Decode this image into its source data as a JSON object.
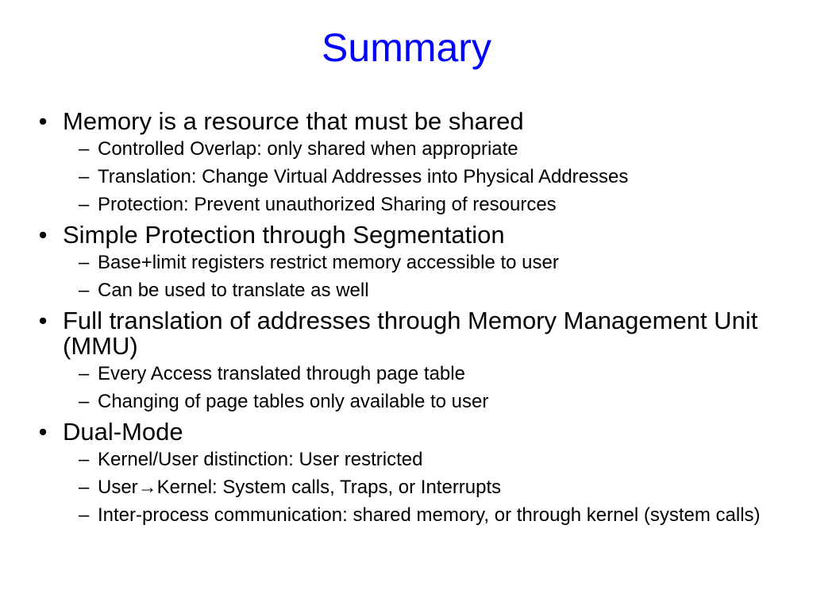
{
  "slide": {
    "title": "Summary",
    "bullets": [
      {
        "text": "Memory is a resource that must be shared",
        "subs": [
          "Controlled Overlap: only shared when appropriate",
          "Translation: Change Virtual Addresses into Physical Addresses",
          "Protection: Prevent unauthorized Sharing of resources"
        ]
      },
      {
        "text": "Simple Protection through Segmentation",
        "subs": [
          "Base+limit registers restrict memory accessible to user",
          "Can be used to translate as well"
        ]
      },
      {
        "text": "Full translation of addresses through Memory Management Unit (MMU)",
        "subs": [
          "Every Access translated through page table",
          "Changing of page tables only available to user"
        ]
      },
      {
        "text": "Dual-Mode",
        "subs": [
          "Kernel/User distinction: User restricted",
          "User→Kernel: System calls, Traps, or Interrupts",
          "Inter-process communication: shared memory, or through kernel (system calls)"
        ]
      }
    ]
  }
}
